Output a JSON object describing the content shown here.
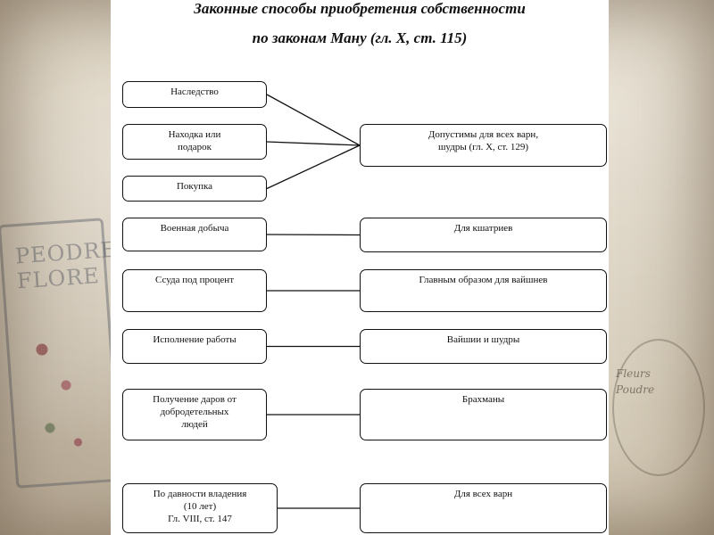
{
  "title": {
    "line1": "Законные способы приобретения собственности",
    "line2": "по законам Ману (гл. X, ст. 115)"
  },
  "left_boxes": [
    {
      "lines": [
        "Наследство"
      ]
    },
    {
      "lines": [
        "Находка или",
        "подарок"
      ]
    },
    {
      "lines": [
        "Покупка"
      ]
    },
    {
      "lines": [
        "Военная добыча"
      ]
    },
    {
      "lines": [
        "Ссуда под процент"
      ]
    },
    {
      "lines": [
        "Исполнение работы"
      ]
    },
    {
      "lines": [
        "Получение даров от",
        "добродетельных",
        "людей"
      ]
    },
    {
      "lines": [
        "По давности владения",
        "(10 лет)",
        "Гл. VIII, ст. 147"
      ]
    }
  ],
  "right_boxes": [
    {
      "lines": [
        "Допустимы для всех варн,",
        "шудры (гл. X, ст. 129)"
      ]
    },
    {
      "lines": [
        "Для кшатриев"
      ]
    },
    {
      "lines": [
        "Главным образом для вайшнев"
      ]
    },
    {
      "lines": [
        "Вайшии и шудры"
      ]
    },
    {
      "lines": [
        "Брахманы"
      ]
    },
    {
      "lines": [
        "Для всех варн"
      ]
    }
  ],
  "connections": [
    {
      "from": 0,
      "to": 0
    },
    {
      "from": 1,
      "to": 0
    },
    {
      "from": 2,
      "to": 0
    },
    {
      "from": 3,
      "to": 1
    },
    {
      "from": 4,
      "to": 2
    },
    {
      "from": 5,
      "to": 3
    },
    {
      "from": 6,
      "to": 4
    },
    {
      "from": 7,
      "to": 5
    }
  ]
}
